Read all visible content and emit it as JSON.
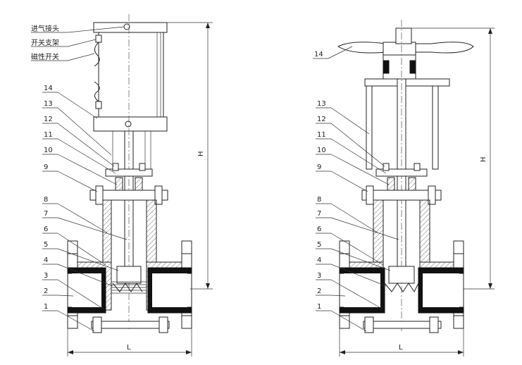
{
  "left_view": {
    "chinese_labels": [
      "进气接头",
      "开关支架",
      "磁性开关"
    ],
    "part_numbers": [
      "14",
      "13",
      "12",
      "11",
      "10",
      "9",
      "8",
      "7",
      "6",
      "5",
      "4",
      "3",
      "2",
      "1"
    ],
    "dim_height": "H",
    "dim_length": "L"
  },
  "right_view": {
    "top_label": "14",
    "part_numbers": [
      "13",
      "12",
      "11",
      "10",
      "9",
      "8",
      "7",
      "6",
      "5",
      "4",
      "3",
      "2",
      "1"
    ],
    "dim_height": "H",
    "dim_length": "L"
  }
}
